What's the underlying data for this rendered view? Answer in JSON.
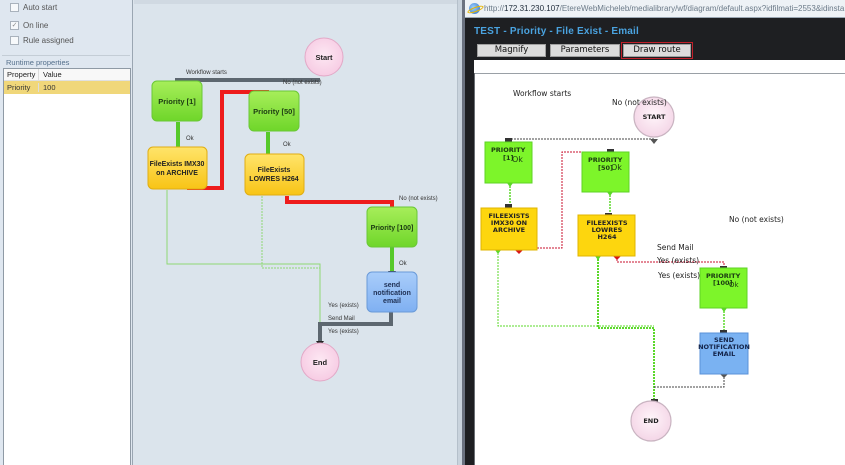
{
  "left_panel": {
    "options": [
      {
        "label": "Auto start",
        "checked": false
      },
      {
        "label": "On line",
        "checked": true
      },
      {
        "label": "Rule assigned",
        "checked": false
      }
    ],
    "runtime_label": "Runtime properties",
    "table": {
      "headers": [
        "Property",
        "Value"
      ],
      "rows": [
        {
          "property": "Priority",
          "value": "100"
        }
      ]
    }
  },
  "designer": {
    "nodes": {
      "start": "Start",
      "priority1": "Priority [1]",
      "priority50": "Priority [50]",
      "fileexists_imx30": [
        "FileExists IMX30",
        "on ARCHIVE"
      ],
      "fileexists_lowres": [
        "FileExists",
        "LOWRES H264"
      ],
      "priority100": "Priority [100]",
      "send_email": [
        "send",
        "notification",
        "email"
      ],
      "end": "End"
    },
    "labels": {
      "workflow_starts": "Workflow starts",
      "no_not_exists_1": "No (not exists)",
      "ok_1": "Ok",
      "ok_2": "Ok",
      "no_not_exists_2": "No (not exists)",
      "ok_3": "Ok",
      "yes_exists_1": "Yes (exists)",
      "send_mail": "Send Mail",
      "yes_exists_2": "Yes (exists)"
    }
  },
  "browser": {
    "url_prefix": "http://",
    "url_host": "172.31.230.107",
    "url_rest": "/EtereWebMicheleb/medialibrary/wf/diagram/default.aspx?idfilmati=2553&idinsta",
    "title": "TEST - Priority - File Exist - Email",
    "buttons": [
      "Magnify",
      "Parameters",
      "Draw route"
    ],
    "active_button": "Draw route",
    "accent_color": "#4aa3e0",
    "diagram": {
      "nodes": {
        "start": "START",
        "priority1": [
          "PRIORITY",
          "[1]"
        ],
        "priority50": [
          "PRIORITY",
          "[50]"
        ],
        "fileexists_imx30": [
          "FILEEXISTS",
          "IMX30 ON",
          "ARCHIVE"
        ],
        "fileexists_lowres": [
          "FILEEXISTS",
          "LOWRES",
          "H264"
        ],
        "priority100": [
          "PRIORITY",
          "[100]"
        ],
        "send_email": [
          "SEND",
          "NOTIFICATION",
          "EMAIL"
        ],
        "end": "END"
      },
      "labels": {
        "workflow_starts": "Workflow starts",
        "no_not_exists_1": "No (not exists)",
        "ok_1": "Ok",
        "ok_2": "Ok",
        "no_not_exists_2": "No (not exists)",
        "send_mail": "Send Mail",
        "yes_exists_1": "Yes (exists)",
        "yes_exists_2": "Yes (exists)",
        "ok_3": "Ok"
      }
    }
  }
}
